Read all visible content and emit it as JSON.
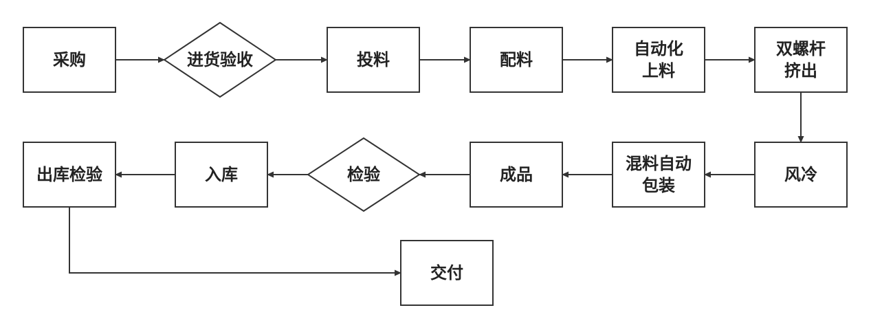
{
  "diagram": {
    "nodes": [
      {
        "id": "purchase",
        "shape": "box",
        "lines": [
          "采购"
        ]
      },
      {
        "id": "inspection-in",
        "shape": "diamond",
        "lines": [
          "进货验收"
        ]
      },
      {
        "id": "feeding",
        "shape": "box",
        "lines": [
          "投料"
        ]
      },
      {
        "id": "batching",
        "shape": "box",
        "lines": [
          "配料"
        ]
      },
      {
        "id": "auto-loading",
        "shape": "box",
        "lines": [
          "自动化",
          "上料"
        ]
      },
      {
        "id": "extrusion",
        "shape": "box",
        "lines": [
          "双螺杆",
          "挤出"
        ]
      },
      {
        "id": "air-cooling",
        "shape": "box",
        "lines": [
          "风冷"
        ]
      },
      {
        "id": "auto-packing",
        "shape": "box",
        "lines": [
          "混料自动",
          "包装"
        ]
      },
      {
        "id": "finished-product",
        "shape": "box",
        "lines": [
          "成品"
        ]
      },
      {
        "id": "inspection",
        "shape": "diamond",
        "lines": [
          "检验"
        ]
      },
      {
        "id": "warehousing",
        "shape": "box",
        "lines": [
          "入库"
        ]
      },
      {
        "id": "outbound-inspection",
        "shape": "box",
        "lines": [
          "出库检验"
        ]
      },
      {
        "id": "delivery",
        "shape": "box",
        "lines": [
          "交付"
        ]
      }
    ],
    "edges": [
      {
        "from": "purchase",
        "to": "inspection-in"
      },
      {
        "from": "inspection-in",
        "to": "feeding"
      },
      {
        "from": "feeding",
        "to": "batching"
      },
      {
        "from": "batching",
        "to": "auto-loading"
      },
      {
        "from": "auto-loading",
        "to": "extrusion"
      },
      {
        "from": "extrusion",
        "to": "air-cooling"
      },
      {
        "from": "air-cooling",
        "to": "auto-packing"
      },
      {
        "from": "auto-packing",
        "to": "finished-product"
      },
      {
        "from": "finished-product",
        "to": "inspection"
      },
      {
        "from": "inspection",
        "to": "warehousing"
      },
      {
        "from": "warehousing",
        "to": "outbound-inspection"
      },
      {
        "from": "outbound-inspection",
        "to": "delivery"
      }
    ],
    "colors": {
      "stroke": "#333333",
      "text": "#222222",
      "fill": "#ffffff"
    }
  }
}
